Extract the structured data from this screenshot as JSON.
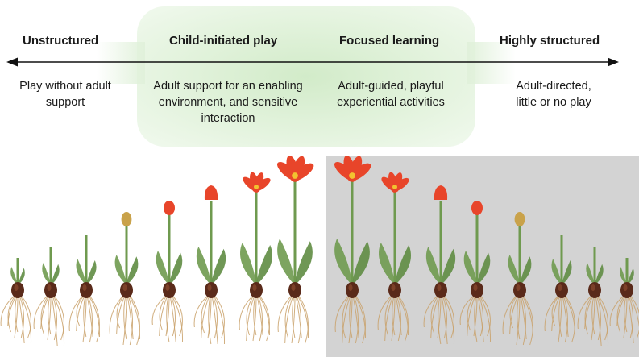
{
  "headings": [
    {
      "text": "Unstructured"
    },
    {
      "text": "Child-initiated play"
    },
    {
      "text": "Focused learning"
    },
    {
      "text": "Highly structured"
    }
  ],
  "descriptions": [
    {
      "text": "Play without adult support"
    },
    {
      "text": "Adult support for an enabling environment, and sensitive interaction"
    },
    {
      "text": "Adult-guided, playful experiential activities"
    },
    {
      "text": "Adult-directed, little or no play"
    }
  ],
  "colors": {
    "highlight": "#d9eed1",
    "right_panel": "#d3d3d3",
    "petal": "#e8452a",
    "stem": "#6f9a4f",
    "bulb": "#5a2a1a",
    "root": "#c9a16a"
  },
  "tulip_stages_left": [
    1,
    2,
    3,
    4,
    5,
    6,
    7,
    8
  ],
  "tulip_stages_right": [
    8,
    7,
    6,
    5,
    4,
    3,
    2,
    1
  ]
}
